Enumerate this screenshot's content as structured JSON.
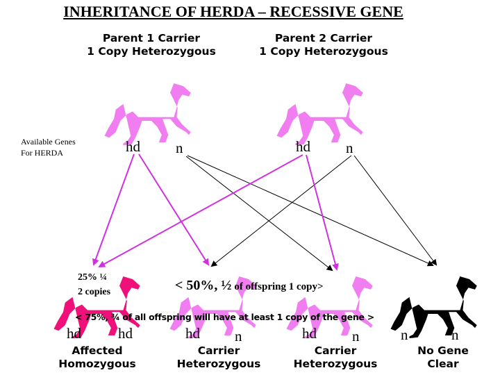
{
  "title": "INHERITANCE OF HERDA – RECESSIVE GENE",
  "parents": [
    {
      "line1": "Parent 1 Carrier",
      "line2": "1 Copy Heterozygous",
      "gene_a": "hd",
      "gene_b": "n"
    },
    {
      "line1": "Parent 2 Carrier",
      "line2": "1 Copy Heterozygous",
      "gene_a": "hd",
      "gene_b": "n"
    }
  ],
  "available_genes": {
    "line1": "Available Genes",
    "line2": "For HERDA"
  },
  "overlays": {
    "affected_pct": "25% ¼",
    "affected_copies": "2 copies",
    "carrier_big": "< 50%,  ½",
    "carrier_small": "of offspring 1 copy>",
    "at_least_one": "< 75%, ¾  of all offspring will have at least 1 copy of the gene  >"
  },
  "offspring": [
    {
      "gene_a": "hd",
      "gene_b": "hd",
      "line1": "Affected",
      "line2": "Homozygous"
    },
    {
      "gene_a": "hd",
      "gene_b": "n",
      "line1": "Carrier",
      "line2": "Heterozygous"
    },
    {
      "gene_a": "hd",
      "gene_b": "n",
      "line1": "Carrier",
      "line2": "Heterozygous"
    },
    {
      "gene_a": "n",
      "gene_b": "n",
      "line1": "No Gene",
      "line2": "Clear"
    }
  ],
  "colors": {
    "carrier_pink": "#f07ef0",
    "affected_pink": "#f0107a",
    "clear_black": "#000000",
    "arrow_magenta": "#d030e0",
    "arrow_black": "#000000"
  },
  "icons": {
    "horse": "horse-silhouette-icon"
  }
}
